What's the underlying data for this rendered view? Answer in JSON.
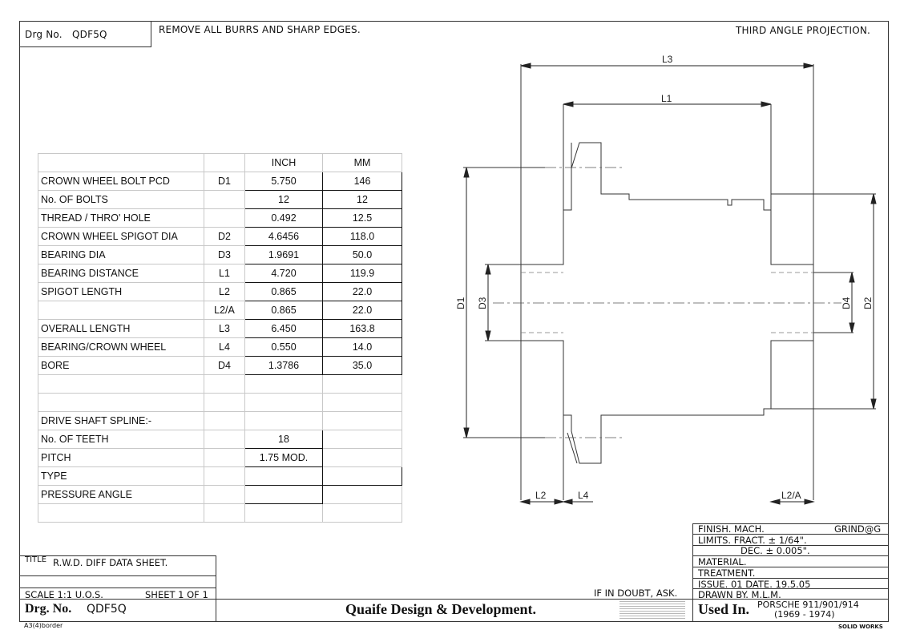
{
  "header": {
    "drg_label": "Drg No.",
    "drg_number": "QDF5Q",
    "note": "REMOVE ALL BURRS AND SHARP EDGES.",
    "projection": "THIRD ANGLE PROJECTION."
  },
  "table": {
    "col_headers": [
      "",
      "",
      "INCH",
      "MM"
    ],
    "rows": [
      {
        "desc": "CROWN WHEEL BOLT PCD",
        "ref": "D1",
        "inch": "5.750",
        "mm": "146"
      },
      {
        "desc": "No. OF BOLTS",
        "ref": "",
        "inch": "12",
        "mm": "12"
      },
      {
        "desc": "THREAD / THRO' HOLE",
        "ref": "",
        "inch": "0.492",
        "mm": "12.5"
      },
      {
        "desc": "CROWN WHEEL SPIGOT DIA",
        "ref": "D2",
        "inch": "4.6456",
        "mm": "118.0"
      },
      {
        "desc": "BEARING DIA",
        "ref": "D3",
        "inch": "1.9691",
        "mm": "50.0"
      },
      {
        "desc": "BEARING DISTANCE",
        "ref": "L1",
        "inch": "4.720",
        "mm": "119.9"
      },
      {
        "desc": "SPIGOT LENGTH",
        "ref": "L2",
        "inch": "0.865",
        "mm": "22.0"
      },
      {
        "desc": "",
        "ref": "L2/A",
        "inch": "0.865",
        "mm": "22.0"
      },
      {
        "desc": "OVERALL LENGTH",
        "ref": "L3",
        "inch": "6.450",
        "mm": "163.8"
      },
      {
        "desc": "BEARING/CROWN WHEEL",
        "ref": "L4",
        "inch": "0.550",
        "mm": "14.0"
      },
      {
        "desc": "BORE",
        "ref": "D4",
        "inch": "1.3786",
        "mm": "35.0"
      },
      {
        "desc": "",
        "ref": "",
        "inch": "",
        "mm": ""
      },
      {
        "desc": "",
        "ref": "",
        "inch": "",
        "mm": ""
      },
      {
        "desc": "DRIVE SHAFT SPLINE:-",
        "ref": "",
        "inch": "",
        "mm": ""
      },
      {
        "desc": "No. OF TEETH",
        "ref": "",
        "inch": "18",
        "mm": ""
      },
      {
        "desc": "PITCH",
        "ref": "",
        "inch": "1.75 MOD.",
        "mm": ""
      },
      {
        "desc": "TYPE",
        "ref": "",
        "inch": "",
        "mm": ""
      },
      {
        "desc": "PRESSURE ANGLE",
        "ref": "",
        "inch": "",
        "mm": ""
      },
      {
        "desc": "",
        "ref": "",
        "inch": "",
        "mm": ""
      }
    ]
  },
  "drawing": {
    "labels": {
      "L3": "L3",
      "L1": "L1",
      "L2": "L2",
      "L4": "L4",
      "L2A": "L2/A",
      "D1": "D1",
      "D2": "D2",
      "D3": "D3",
      "D4": "D4"
    }
  },
  "title_block": {
    "title_label": "TITLE",
    "title": "R.W.D. DIFF DATA SHEET.",
    "scale": "SCALE 1:1 U.O.S.",
    "sheet": "SHEET 1 OF 1",
    "drg_label": "Drg. No.",
    "drg_number": "QDF5Q",
    "company": "Quaife Design & Development.",
    "doubt": "IF IN DOUBT, ASK.",
    "finish": "FINISH. MACH.",
    "finish_right": "GRIND@G",
    "limits": "LIMITS. FRACT. ± 1/64\".",
    "dec": "DEC. ± 0.005\".",
    "material": "MATERIAL.",
    "treatment": "TREATMENT.",
    "issue": "ISSUE. 01   DATE. 19.5.05",
    "drawn": "DRAWN BY. M.L.M.",
    "used_label": "Used In.",
    "used_value": "PORSCHE 911/901/914",
    "used_years": "(1969 - 1974)",
    "border_note": "A3(4)border",
    "software": "SOLID WORKS"
  }
}
